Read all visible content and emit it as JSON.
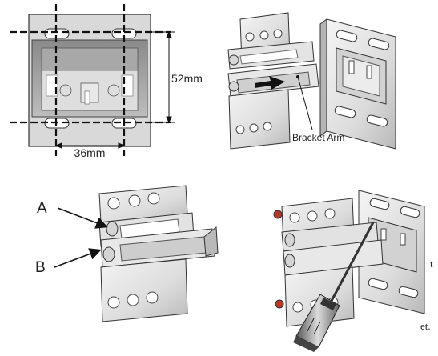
{
  "panels": {
    "dimensions": {
      "height_label": "52mm",
      "width_label": "36mm"
    },
    "insert_arm": {
      "callout_label": "Bracket Arm"
    },
    "screws": {
      "label_a": "A",
      "label_b": "B"
    }
  },
  "page_text": {
    "fragment_1": "t",
    "fragment_2": "et."
  },
  "colors": {
    "line": "#111111",
    "metal_light": "#eeeeee",
    "metal_mid": "#cfcfcf",
    "metal_dark": "#9a9a9a",
    "screw_red": "#b23a2a"
  }
}
